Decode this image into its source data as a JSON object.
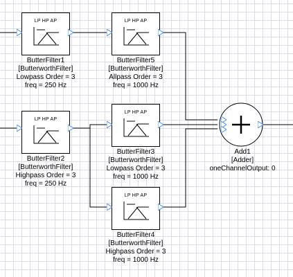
{
  "blocks": [
    {
      "id": "bf1",
      "modes": "LP HP AP",
      "lines": [
        "ButterFilter1",
        "[ButterworthFilter]",
        "Lowpass Order = 3",
        "freq = 250 Hz"
      ]
    },
    {
      "id": "bf5",
      "modes": "LP HP AP",
      "lines": [
        "ButterFilter5",
        "[ButterworthFilter]",
        "Allpass Order = 3",
        "freq = 1000 Hz"
      ]
    },
    {
      "id": "bf2",
      "modes": "LP HP AP",
      "lines": [
        "ButterFilter2",
        "[ButterworthFilter]",
        "Highpass Order = 3",
        "freq = 250 Hz"
      ]
    },
    {
      "id": "bf3",
      "modes": "LP HP AP",
      "lines": [
        "ButterFilter3",
        "[ButterworthFilter]",
        "Lowpass Order = 3",
        "freq = 1000 Hz"
      ]
    },
    {
      "id": "bf4",
      "modes": "LP HP AP",
      "lines": [
        "ButterFilter4",
        "[ButterworthFilter]",
        "Highpass Order = 3",
        "freq = 1000 Hz"
      ]
    }
  ],
  "adder": {
    "lines": [
      "Add1",
      "[Adder]",
      "oneChannelOutput: 0"
    ],
    "symbol": "+"
  },
  "colors": {
    "port": "#4a90e2",
    "wire": "#000000",
    "grid": "#dcdce6"
  }
}
